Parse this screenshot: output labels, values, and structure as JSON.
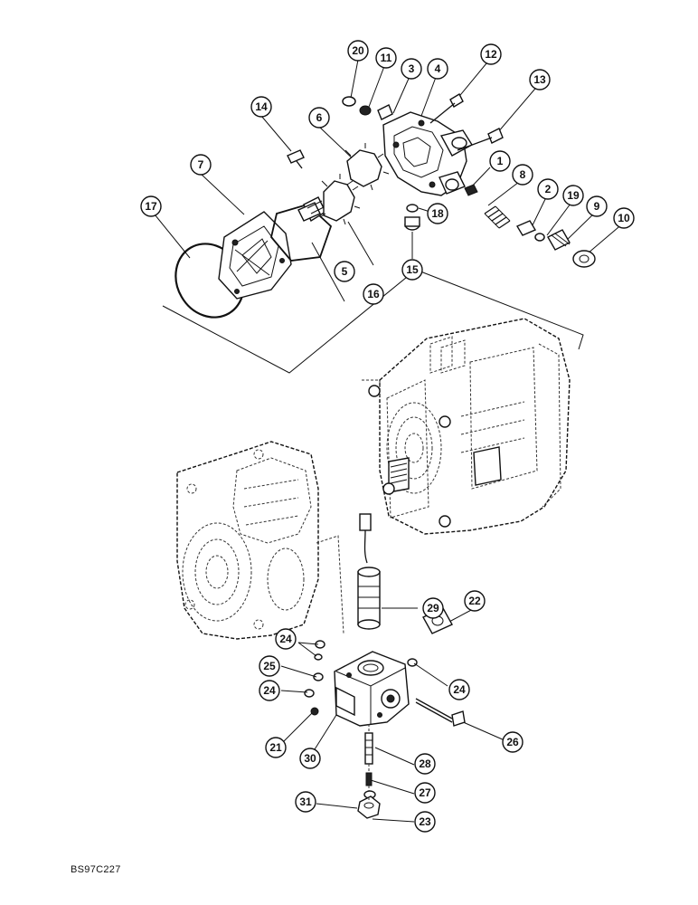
{
  "diagram": {
    "callouts": [
      {
        "id": "c1",
        "label": "1"
      },
      {
        "id": "c2",
        "label": "2"
      },
      {
        "id": "c3",
        "label": "3"
      },
      {
        "id": "c4",
        "label": "4"
      },
      {
        "id": "c5",
        "label": "5"
      },
      {
        "id": "c6",
        "label": "6"
      },
      {
        "id": "c7",
        "label": "7"
      },
      {
        "id": "c8",
        "label": "8"
      },
      {
        "id": "c9",
        "label": "9"
      },
      {
        "id": "c10",
        "label": "10"
      },
      {
        "id": "c11",
        "label": "11"
      },
      {
        "id": "c12",
        "label": "12"
      },
      {
        "id": "c13",
        "label": "13"
      },
      {
        "id": "c14",
        "label": "14"
      },
      {
        "id": "c15",
        "label": "15"
      },
      {
        "id": "c16",
        "label": "16"
      },
      {
        "id": "c17",
        "label": "17"
      },
      {
        "id": "c18",
        "label": "18"
      },
      {
        "id": "c19",
        "label": "19"
      },
      {
        "id": "c20",
        "label": "20"
      },
      {
        "id": "c21",
        "label": "21"
      },
      {
        "id": "c22",
        "label": "22"
      },
      {
        "id": "c23",
        "label": "23"
      },
      {
        "id": "c24a",
        "label": "24"
      },
      {
        "id": "c24b",
        "label": "24"
      },
      {
        "id": "c24c",
        "label": "24"
      },
      {
        "id": "c25",
        "label": "25"
      },
      {
        "id": "c26",
        "label": "26"
      },
      {
        "id": "c27",
        "label": "27"
      },
      {
        "id": "c28",
        "label": "28"
      },
      {
        "id": "c29",
        "label": "29"
      },
      {
        "id": "c30",
        "label": "30"
      },
      {
        "id": "c31",
        "label": "31"
      }
    ],
    "drawing_code": "BS97C227"
  }
}
